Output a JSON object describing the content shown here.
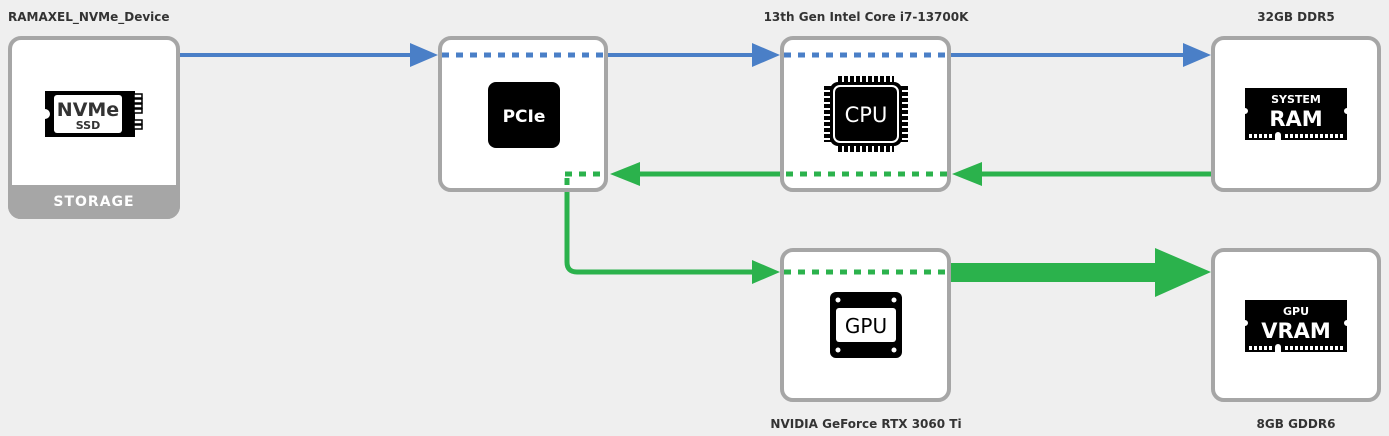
{
  "components": {
    "storage": {
      "name": "RAMAXEL_NVMe_Device",
      "category": "STORAGE",
      "icon_text": "NVMe",
      "icon_subtext": "SSD"
    },
    "pcie": {
      "icon_text": "PCIe"
    },
    "cpu": {
      "name": "13th Gen Intel Core i7-13700K",
      "icon_text": "CPU"
    },
    "ram": {
      "name": "32GB DDR5",
      "icon_subtext": "SYSTEM",
      "icon_text": "RAM"
    },
    "gpu": {
      "name": "NVIDIA GeForce RTX 3060 Ti",
      "icon_text": "GPU"
    },
    "vram": {
      "name": "8GB GDDR6",
      "icon_subtext": "GPU",
      "icon_text": "VRAM"
    }
  },
  "colors": {
    "read_path": "#4a7fc7",
    "write_path": "#2bb24c",
    "box_border": "#a6a6a6",
    "background": "#efefef"
  }
}
